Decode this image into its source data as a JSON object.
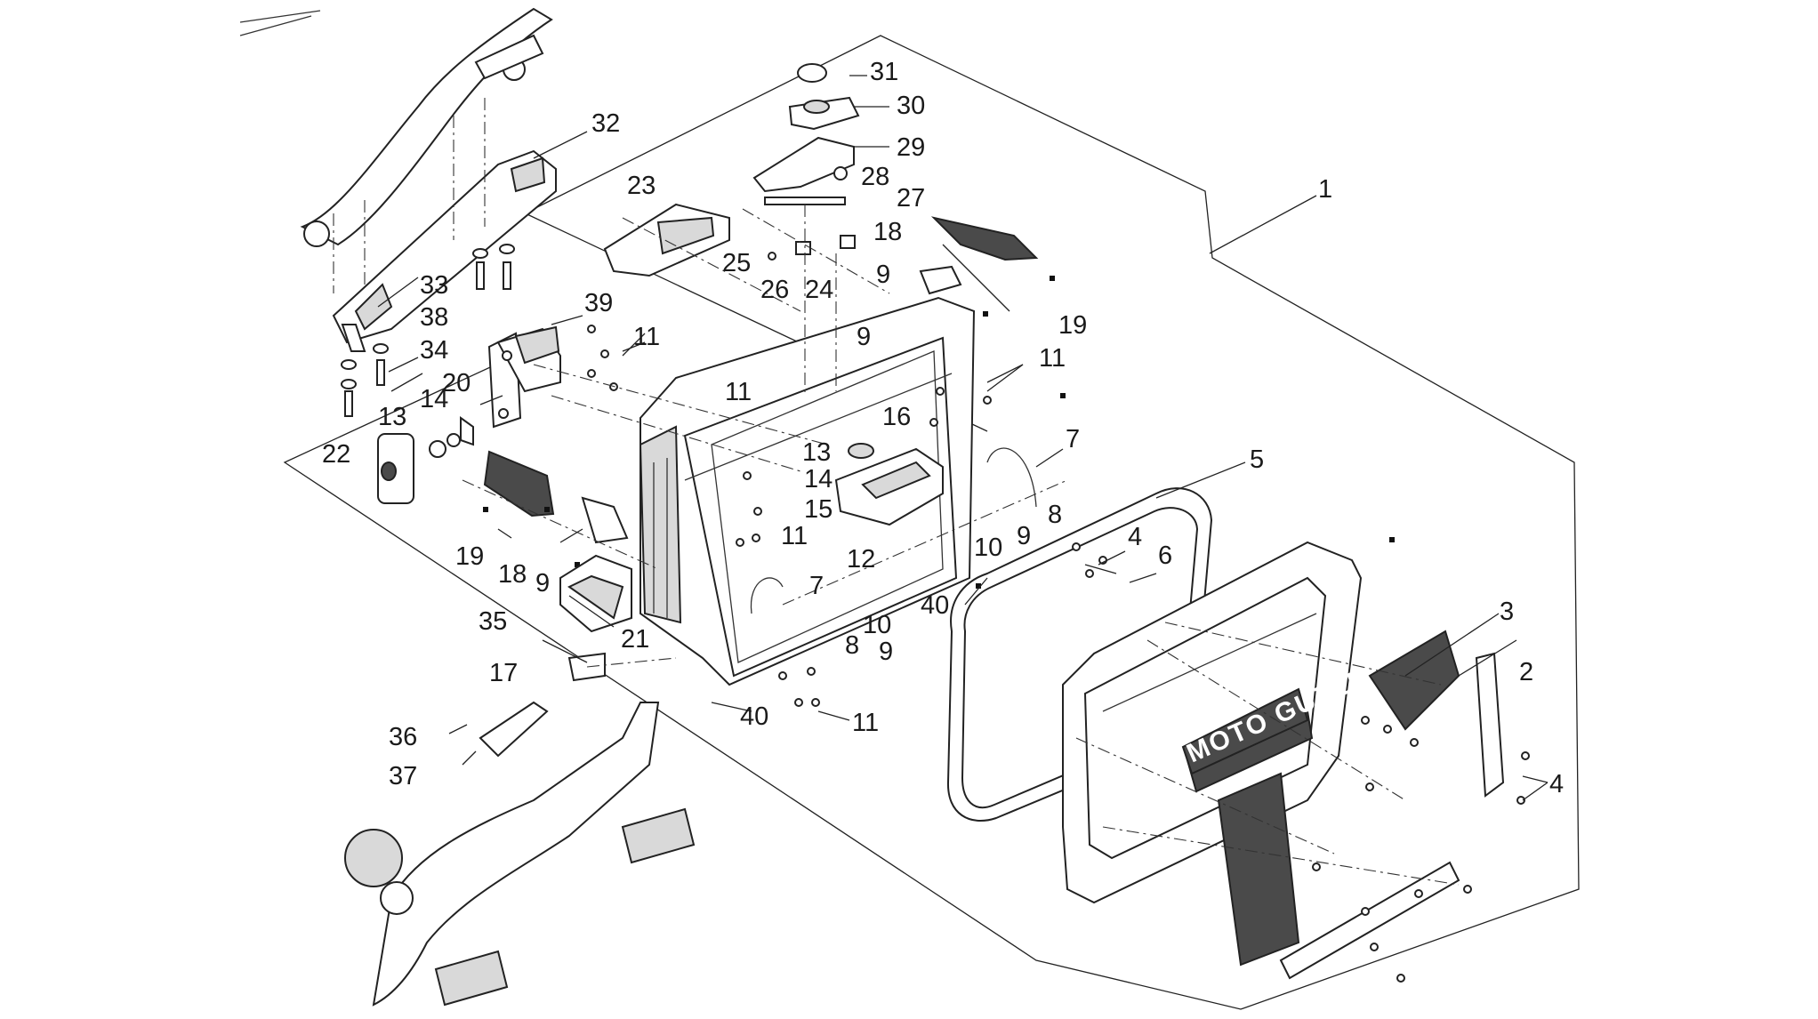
{
  "diagram": {
    "brand_text": "MOTO GUZZI",
    "callouts": [
      {
        "id": "c1",
        "text": "1"
      },
      {
        "id": "c2",
        "text": "2"
      },
      {
        "id": "c3",
        "text": "3"
      },
      {
        "id": "c4a",
        "text": "4"
      },
      {
        "id": "c4b",
        "text": "4"
      },
      {
        "id": "c5",
        "text": "5"
      },
      {
        "id": "c6",
        "text": "6"
      },
      {
        "id": "c7a",
        "text": "7"
      },
      {
        "id": "c7b",
        "text": "7"
      },
      {
        "id": "c8a",
        "text": "8"
      },
      {
        "id": "c8b",
        "text": "8"
      },
      {
        "id": "c9a",
        "text": "9"
      },
      {
        "id": "c9b",
        "text": "9"
      },
      {
        "id": "c9c",
        "text": "9"
      },
      {
        "id": "c9d",
        "text": "9"
      },
      {
        "id": "c9e",
        "text": "9"
      },
      {
        "id": "c10a",
        "text": "10"
      },
      {
        "id": "c10b",
        "text": "10"
      },
      {
        "id": "c11a",
        "text": "11"
      },
      {
        "id": "c11b",
        "text": "11"
      },
      {
        "id": "c11c",
        "text": "11"
      },
      {
        "id": "c11d",
        "text": "11"
      },
      {
        "id": "c11e",
        "text": "11"
      },
      {
        "id": "c12",
        "text": "12"
      },
      {
        "id": "c13a",
        "text": "13"
      },
      {
        "id": "c13b",
        "text": "13"
      },
      {
        "id": "c14a",
        "text": "14"
      },
      {
        "id": "c14b",
        "text": "14"
      },
      {
        "id": "c15",
        "text": "15"
      },
      {
        "id": "c16",
        "text": "16"
      },
      {
        "id": "c17",
        "text": "17"
      },
      {
        "id": "c18a",
        "text": "18"
      },
      {
        "id": "c18b",
        "text": "18"
      },
      {
        "id": "c19a",
        "text": "19"
      },
      {
        "id": "c19b",
        "text": "19"
      },
      {
        "id": "c20",
        "text": "20"
      },
      {
        "id": "c21",
        "text": "21"
      },
      {
        "id": "c22",
        "text": "22"
      },
      {
        "id": "c23",
        "text": "23"
      },
      {
        "id": "c24",
        "text": "24"
      },
      {
        "id": "c25",
        "text": "25"
      },
      {
        "id": "c26",
        "text": "26"
      },
      {
        "id": "c27",
        "text": "27"
      },
      {
        "id": "c28",
        "text": "28"
      },
      {
        "id": "c29",
        "text": "29"
      },
      {
        "id": "c30",
        "text": "30"
      },
      {
        "id": "c31",
        "text": "31"
      },
      {
        "id": "c32",
        "text": "32"
      },
      {
        "id": "c33",
        "text": "33"
      },
      {
        "id": "c34",
        "text": "34"
      },
      {
        "id": "c35",
        "text": "35"
      },
      {
        "id": "c36",
        "text": "36"
      },
      {
        "id": "c37",
        "text": "37"
      },
      {
        "id": "c38",
        "text": "38"
      },
      {
        "id": "c39",
        "text": "39"
      },
      {
        "id": "c40a",
        "text": "40"
      },
      {
        "id": "c40b",
        "text": "40"
      }
    ]
  }
}
